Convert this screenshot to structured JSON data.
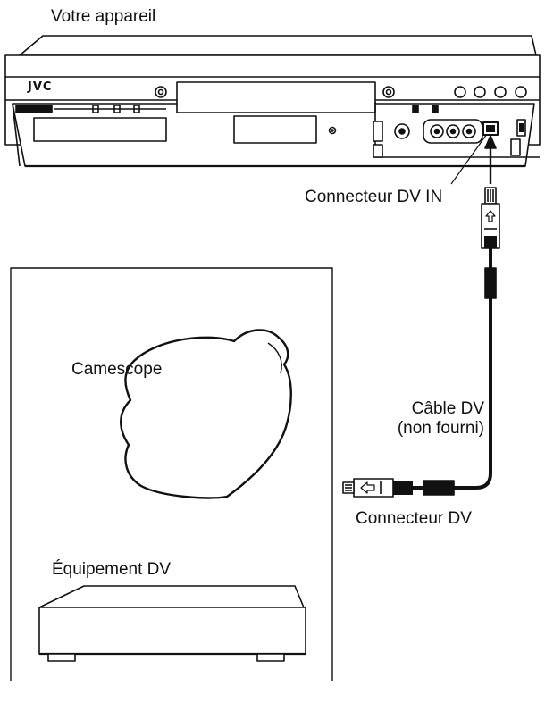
{
  "labels": {
    "device": "Votre appareil",
    "dv_in_connector": "Connecteur DV IN",
    "camcorder": "Camescope",
    "cable_line1": "Câble DV",
    "cable_line2": "(non fourni)",
    "dv_connector": "Connecteur DV",
    "dv_equipment": "Équipement DV"
  },
  "brand": "JVC",
  "icons": {
    "recorder": "vcr-front-panel",
    "camcorder": "camcorder-outline",
    "dv_equipment": "box-device",
    "plug": "dv-plug",
    "arrow": "up-arrow"
  }
}
